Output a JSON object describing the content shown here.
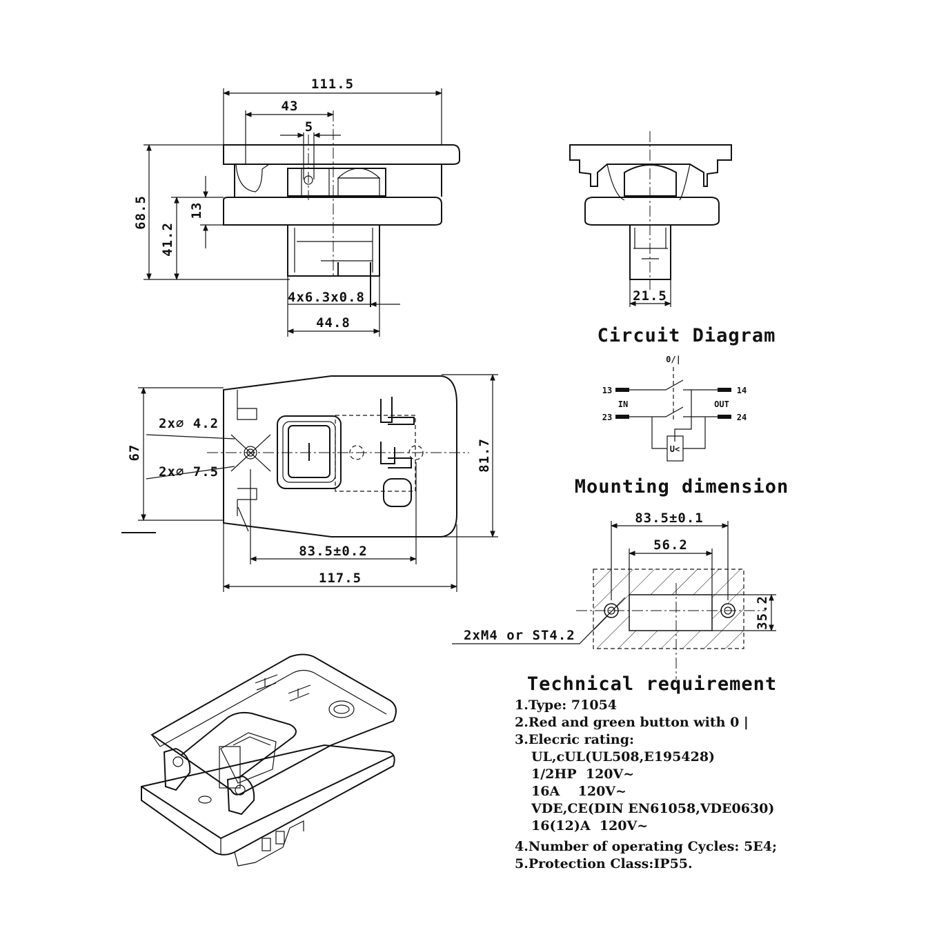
{
  "front_view": {
    "dims": {
      "overall_width": "111.5",
      "width_43": "43",
      "width_5": "5",
      "height_68_5": "68.5",
      "height_41_2": "41.2",
      "height_13": "13",
      "terminals": "4x6.3x0.8",
      "body_width": "44.8"
    }
  },
  "side_view": {
    "dims": {
      "body_width": "21.5"
    }
  },
  "top_view": {
    "dims": {
      "hole_small": "2x∅ 4.2",
      "hole_large": "2x∅ 7.5",
      "height_67": "67",
      "height_81_7": "81.7",
      "hole_spacing": "83.5±0.2",
      "overall_width": "117.5"
    }
  },
  "circuit": {
    "title": "Circuit Diagram",
    "switch_label": "0/|",
    "term_13": "13",
    "term_14": "14",
    "term_23": "23",
    "term_24": "24",
    "in_label": "IN",
    "out_label": "OUT",
    "relay_label": "U<"
  },
  "mounting": {
    "title": "Mounting dimension",
    "hole_spacing": "83.5±0.1",
    "cutout_width": "56.2",
    "cutout_height": "35.2",
    "screw_label": "2xM4 or ST4.2"
  },
  "technical": {
    "title": "Technical requirement",
    "items": [
      "1.Type: 71054",
      "2.Red and green button with 0 |",
      "3.Elecric rating:",
      "UL,cUL(UL508,E195428)",
      "1/2HP  120V~",
      "16A    120V~",
      "VDE,CE(DIN EN61058,VDE0630)",
      "16(12)A  120V~",
      "4.Number of operating Cycles: 5E4;",
      "5.Protection Class:IP55."
    ]
  }
}
